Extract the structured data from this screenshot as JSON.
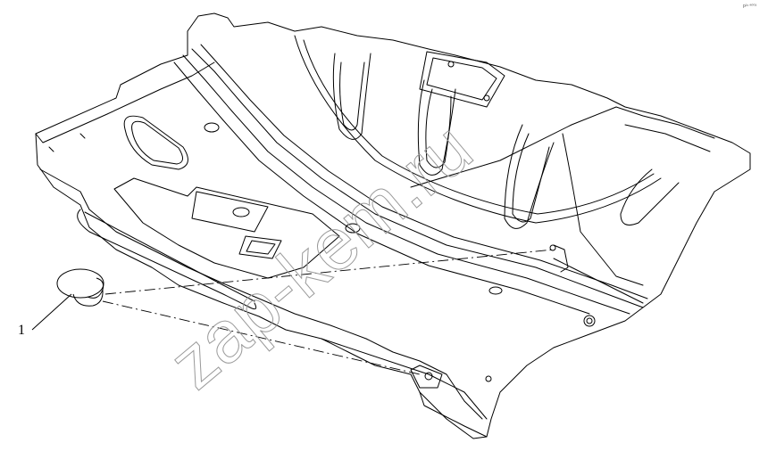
{
  "diagram": {
    "callouts": [
      {
        "number": "1",
        "part": "plug-cap"
      }
    ],
    "watermark": "zap-kem.ru",
    "corner_mark": "p²¹ ª⁰⁰³"
  },
  "colors": {
    "line": "#000000",
    "background": "#ffffff",
    "watermark": "#9a9a9a"
  }
}
